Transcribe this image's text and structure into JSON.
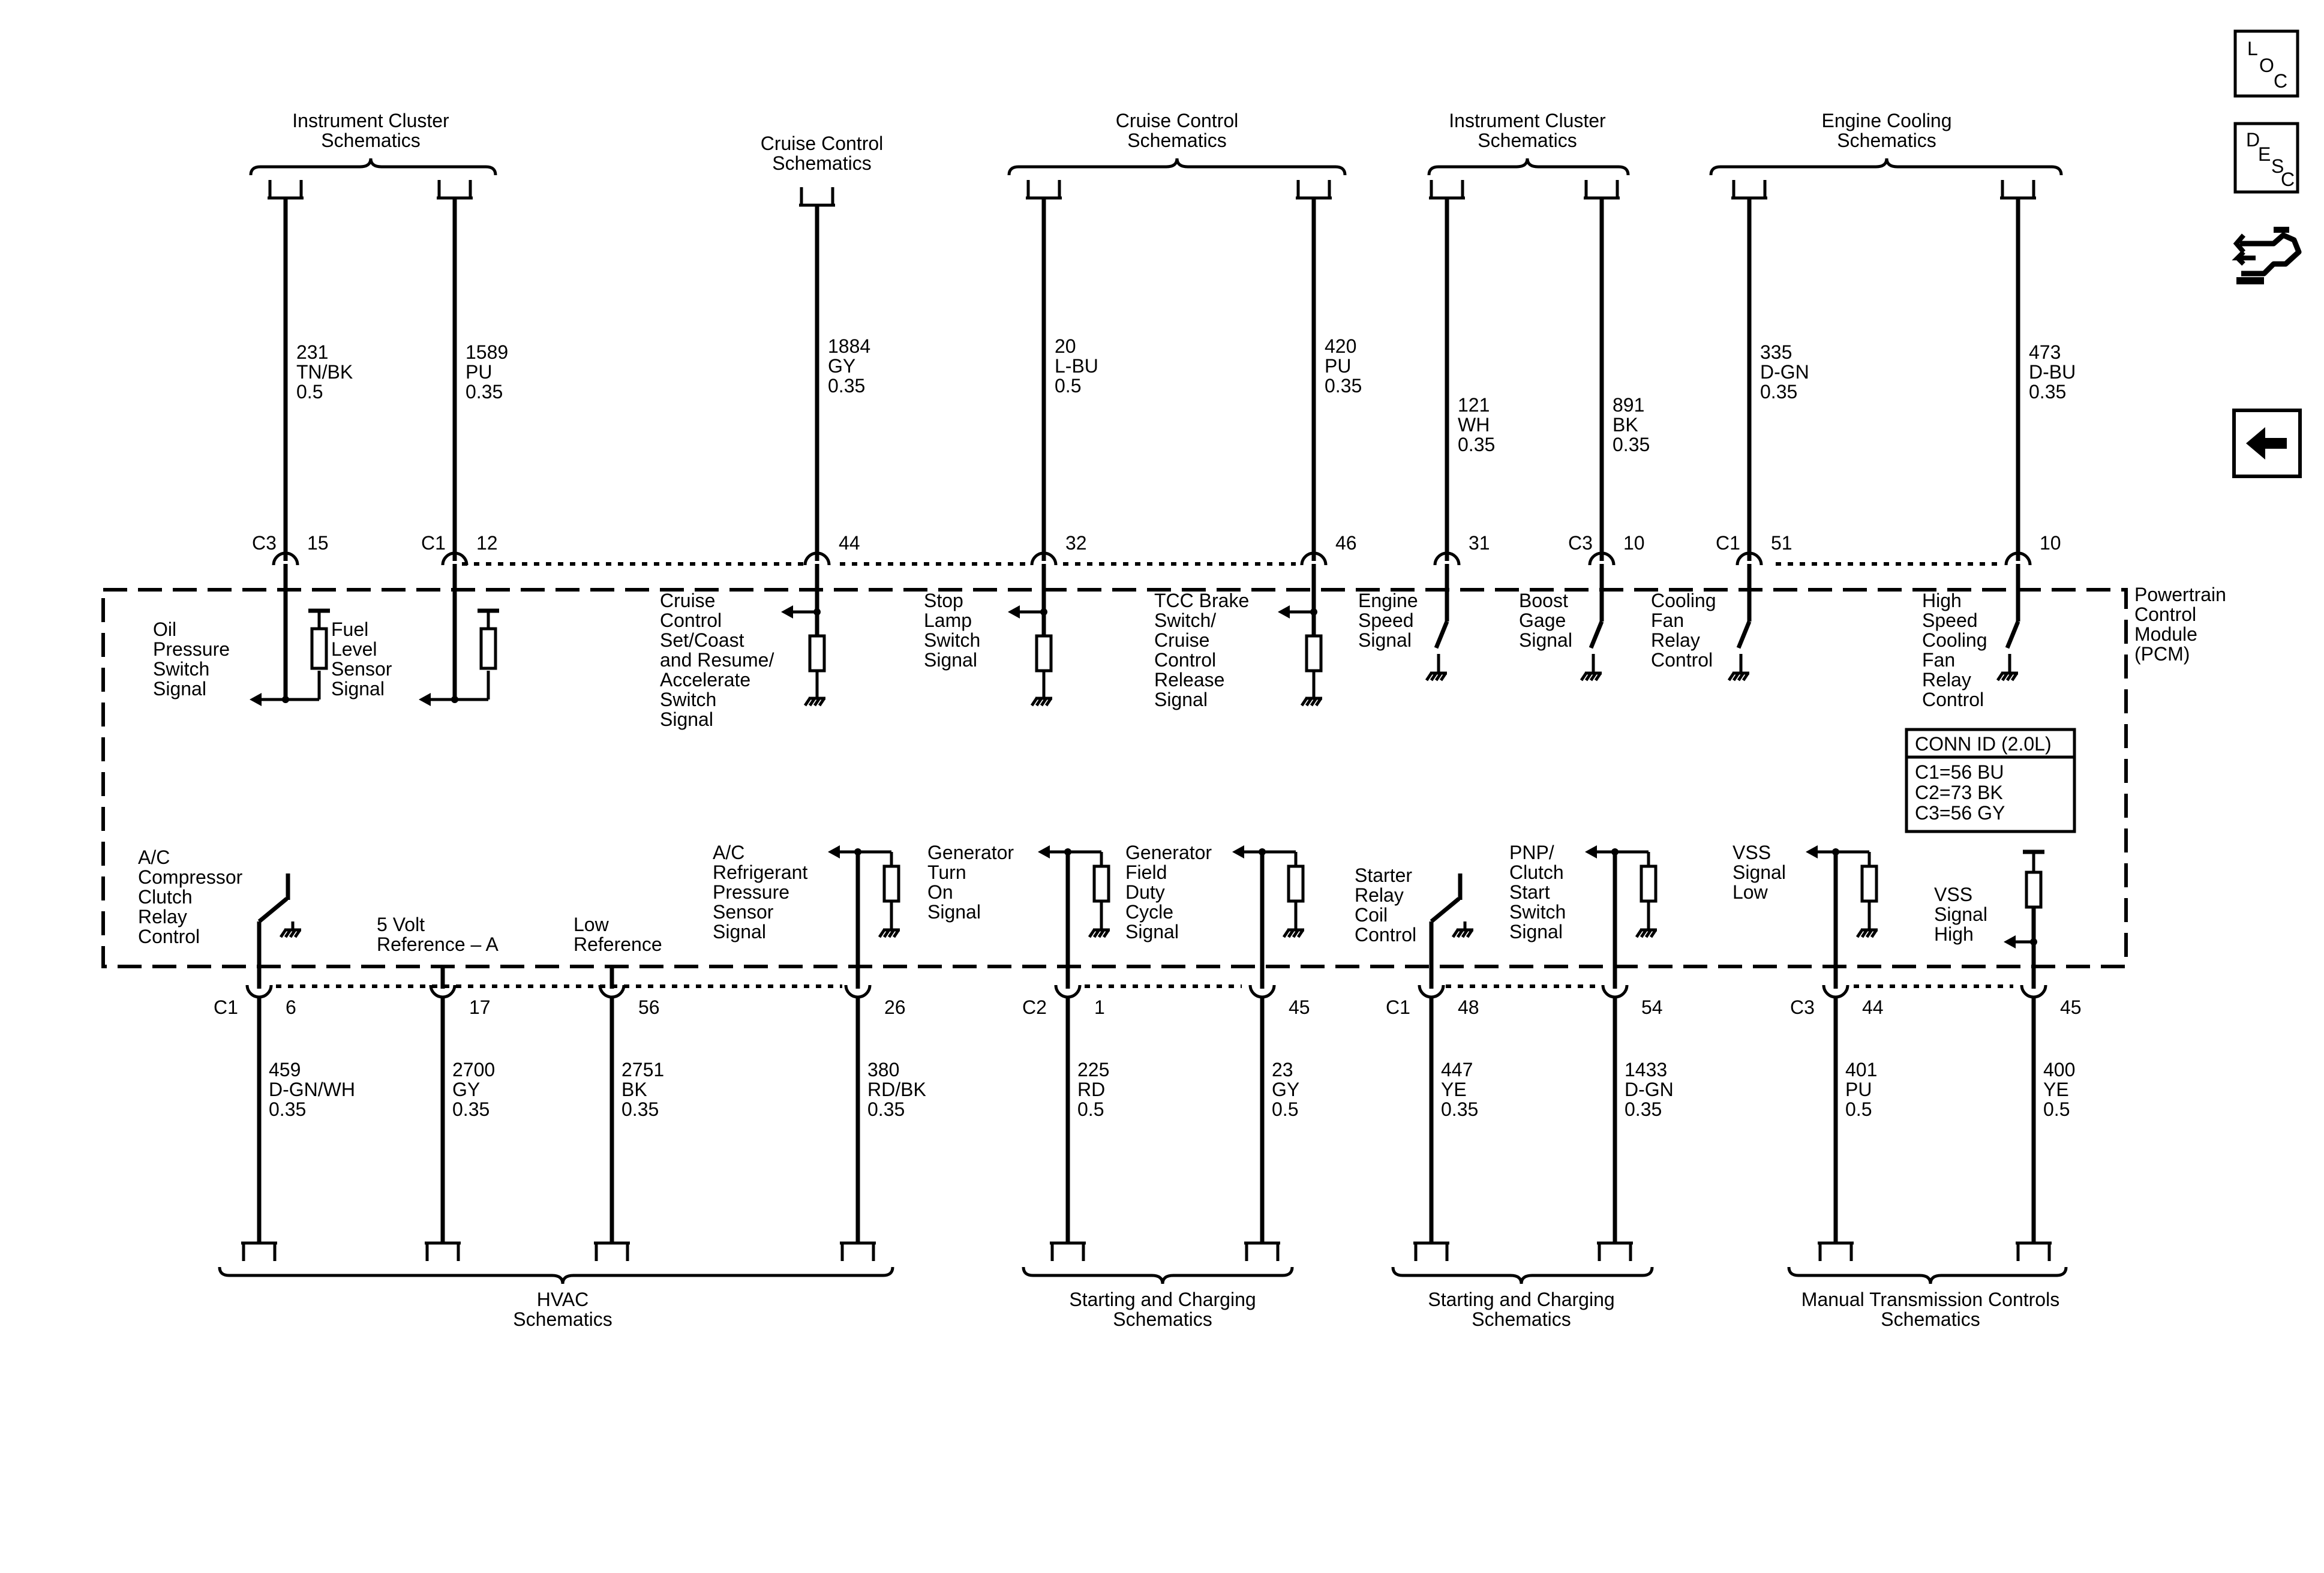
{
  "module_label": [
    "Powertrain",
    "Control",
    "Module",
    "(PCM)"
  ],
  "conn_id": {
    "title": "CONN ID (2.0L)",
    "lines": [
      "C1=56 BU",
      "C2=73 BK",
      "C3=56 GY"
    ]
  },
  "nav": {
    "loc": {
      "l": "L",
      "o": "O",
      "c": "C"
    },
    "desc": {
      "d": "D",
      "e": "E",
      "s": "S",
      "c": "C"
    },
    "connector_icon": "connector-icon",
    "back_icon": "back-arrow-icon"
  },
  "top_headers": [
    [
      "Instrument Cluster",
      "Schematics"
    ],
    [
      "Cruise Control",
      "Schematics"
    ],
    [
      "Cruise Control",
      "Schematics"
    ],
    [
      "Instrument Cluster",
      "Schematics"
    ],
    [
      "Engine Cooling",
      "Schematics"
    ]
  ],
  "bottom_headers": [
    [
      "HVAC",
      "Schematics"
    ],
    [
      "Starting and Charging",
      "Schematics"
    ],
    [
      "Starting and Charging",
      "Schematics"
    ],
    [
      "Manual Transmission Controls",
      "Schematics"
    ]
  ],
  "top_circuits": [
    {
      "conn": "C3",
      "pin": "15",
      "circuit": "231",
      "color": "TN/BK",
      "gauge": "0.5",
      "signal": [
        "Oil",
        "Pressure",
        "Switch",
        "Signal"
      ]
    },
    {
      "conn": "C1",
      "pin": "12",
      "circuit": "1589",
      "color": "PU",
      "gauge": "0.35",
      "signal": [
        "Fuel",
        "Level",
        "Sensor",
        "Signal"
      ]
    },
    {
      "conn": "",
      "pin": "44",
      "circuit": "1884",
      "color": "GY",
      "gauge": "0.35",
      "signal": [
        "Cruise",
        "Control",
        "Set/Coast",
        "and Resume/",
        "Accelerate",
        "Switch",
        "Signal"
      ]
    },
    {
      "conn": "",
      "pin": "32",
      "circuit": "20",
      "color": "L-BU",
      "gauge": "0.5",
      "signal": [
        "Stop",
        "Lamp",
        "Switch",
        "Signal"
      ]
    },
    {
      "conn": "",
      "pin": "46",
      "circuit": "420",
      "color": "PU",
      "gauge": "0.35",
      "signal": [
        "TCC Brake",
        "Switch/",
        "Cruise",
        "Control",
        "Release",
        "Signal"
      ]
    },
    {
      "conn": "",
      "pin": "31",
      "circuit": "121",
      "color": "WH",
      "gauge": "0.35",
      "signal": [
        "Engine",
        "Speed",
        "Signal"
      ]
    },
    {
      "conn": "C3",
      "pin": "10",
      "circuit": "891",
      "color": "BK",
      "gauge": "0.35",
      "signal": [
        "Boost",
        "Gage",
        "Signal"
      ]
    },
    {
      "conn": "C1",
      "pin": "51",
      "circuit": "335",
      "color": "D-GN",
      "gauge": "0.35",
      "signal": [
        "Cooling",
        "Fan",
        "Relay",
        "Control"
      ]
    },
    {
      "conn": "",
      "pin": "10",
      "circuit": "473",
      "color": "D-BU",
      "gauge": "0.35",
      "signal": [
        "High",
        "Speed",
        "Cooling",
        "Fan",
        "Relay",
        "Control"
      ]
    }
  ],
  "bottom_circuits": [
    {
      "conn": "C1",
      "pin": "6",
      "circuit": "459",
      "color": "D-GN/WH",
      "gauge": "0.35",
      "signal": [
        "A/C",
        "Compressor",
        "Clutch",
        "Relay",
        "Control"
      ]
    },
    {
      "conn": "",
      "pin": "17",
      "circuit": "2700",
      "color": "GY",
      "gauge": "0.35",
      "signal": [
        "5 Volt",
        "Reference – A"
      ]
    },
    {
      "conn": "",
      "pin": "56",
      "circuit": "2751",
      "color": "BK",
      "gauge": "0.35",
      "signal": [
        "Low",
        "Reference"
      ]
    },
    {
      "conn": "",
      "pin": "26",
      "circuit": "380",
      "color": "RD/BK",
      "gauge": "0.35",
      "signal": [
        "A/C",
        "Refrigerant",
        "Pressure",
        "Sensor",
        "Signal"
      ]
    },
    {
      "conn": "C2",
      "pin": "1",
      "circuit": "225",
      "color": "RD",
      "gauge": "0.5",
      "signal": [
        "Generator",
        "Turn",
        "On",
        "Signal"
      ]
    },
    {
      "conn": "",
      "pin": "45",
      "circuit": "23",
      "color": "GY",
      "gauge": "0.5",
      "signal": [
        "Generator",
        "Field",
        "Duty",
        "Cycle",
        "Signal"
      ]
    },
    {
      "conn": "C1",
      "pin": "48",
      "circuit": "447",
      "color": "YE",
      "gauge": "0.35",
      "signal": [
        "Starter",
        "Relay",
        "Coil",
        "Control"
      ]
    },
    {
      "conn": "",
      "pin": "54",
      "circuit": "1433",
      "color": "D-GN",
      "gauge": "0.35",
      "signal": [
        "PNP/",
        "Clutch",
        "Start",
        "Switch",
        "Signal"
      ]
    },
    {
      "conn": "C3",
      "pin": "44",
      "circuit": "401",
      "color": "PU",
      "gauge": "0.5",
      "signal": [
        "VSS",
        "Signal",
        "Low"
      ]
    },
    {
      "conn": "",
      "pin": "45",
      "circuit": "400",
      "color": "YE",
      "gauge": "0.5",
      "signal": [
        "VSS",
        "Signal",
        "High"
      ]
    }
  ]
}
